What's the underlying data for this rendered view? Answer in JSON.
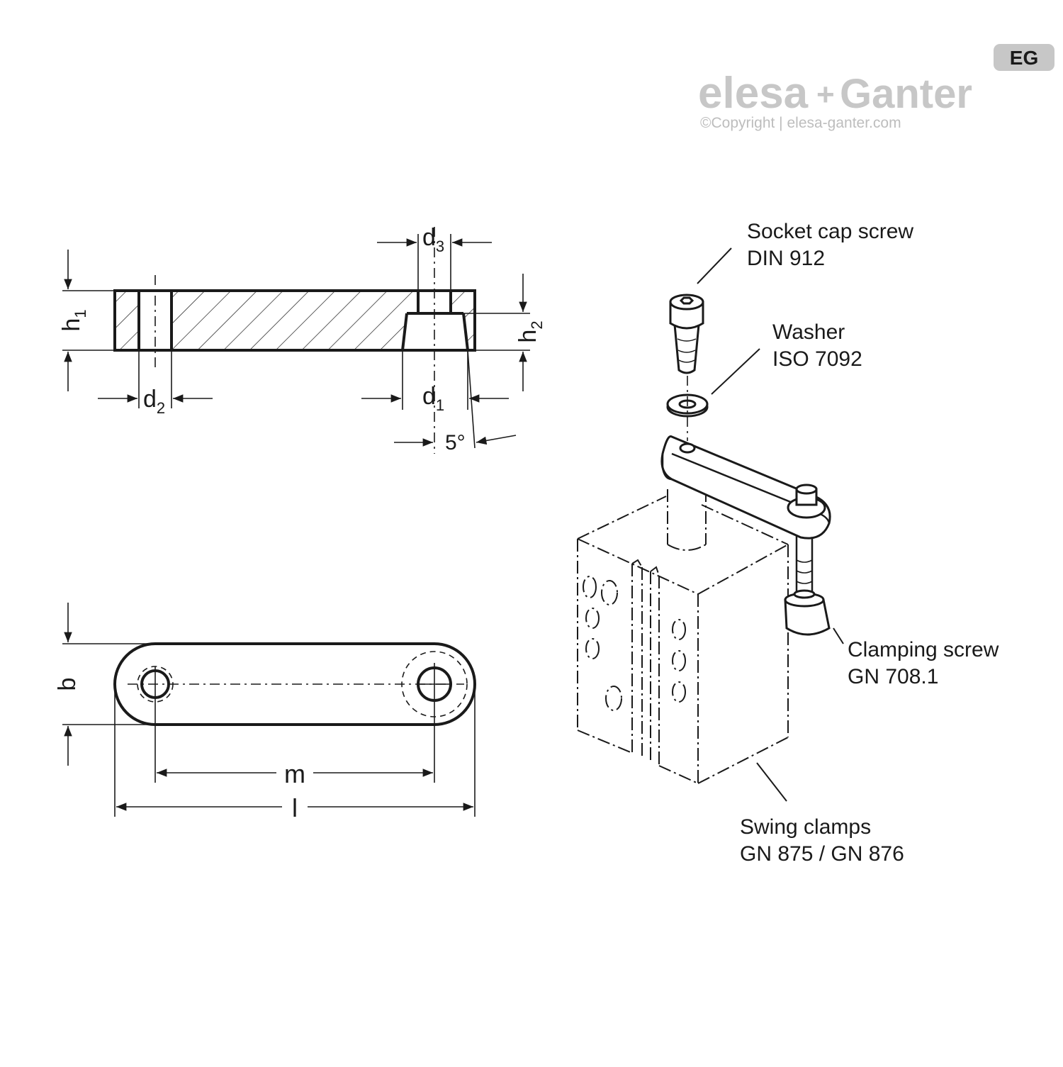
{
  "brand": {
    "name_left": "elesa",
    "plus": "+",
    "name_right": "Ganter",
    "copyright": "©Copyright | elesa-ganter.com",
    "badge": "EG"
  },
  "dimensions": {
    "h1": {
      "base": "h",
      "sub": "1"
    },
    "h2": {
      "base": "h",
      "sub": "2"
    },
    "d1": {
      "base": "d",
      "sub": "1"
    },
    "d2": {
      "base": "d",
      "sub": "2"
    },
    "d3": {
      "base": "d",
      "sub": "3"
    },
    "angle": "5°",
    "b": "b",
    "m": "m",
    "l": "l"
  },
  "callouts": {
    "socket_cap_screw": {
      "line1": "Socket cap screw",
      "line2": "DIN 912"
    },
    "washer": {
      "line1": "Washer",
      "line2": "ISO 7092"
    },
    "clamping_screw": {
      "line1": "Clamping screw",
      "line2": "GN 708.1"
    },
    "swing_clamps": {
      "line1": "Swing clamps",
      "line2": "GN 875 / GN 876"
    }
  }
}
